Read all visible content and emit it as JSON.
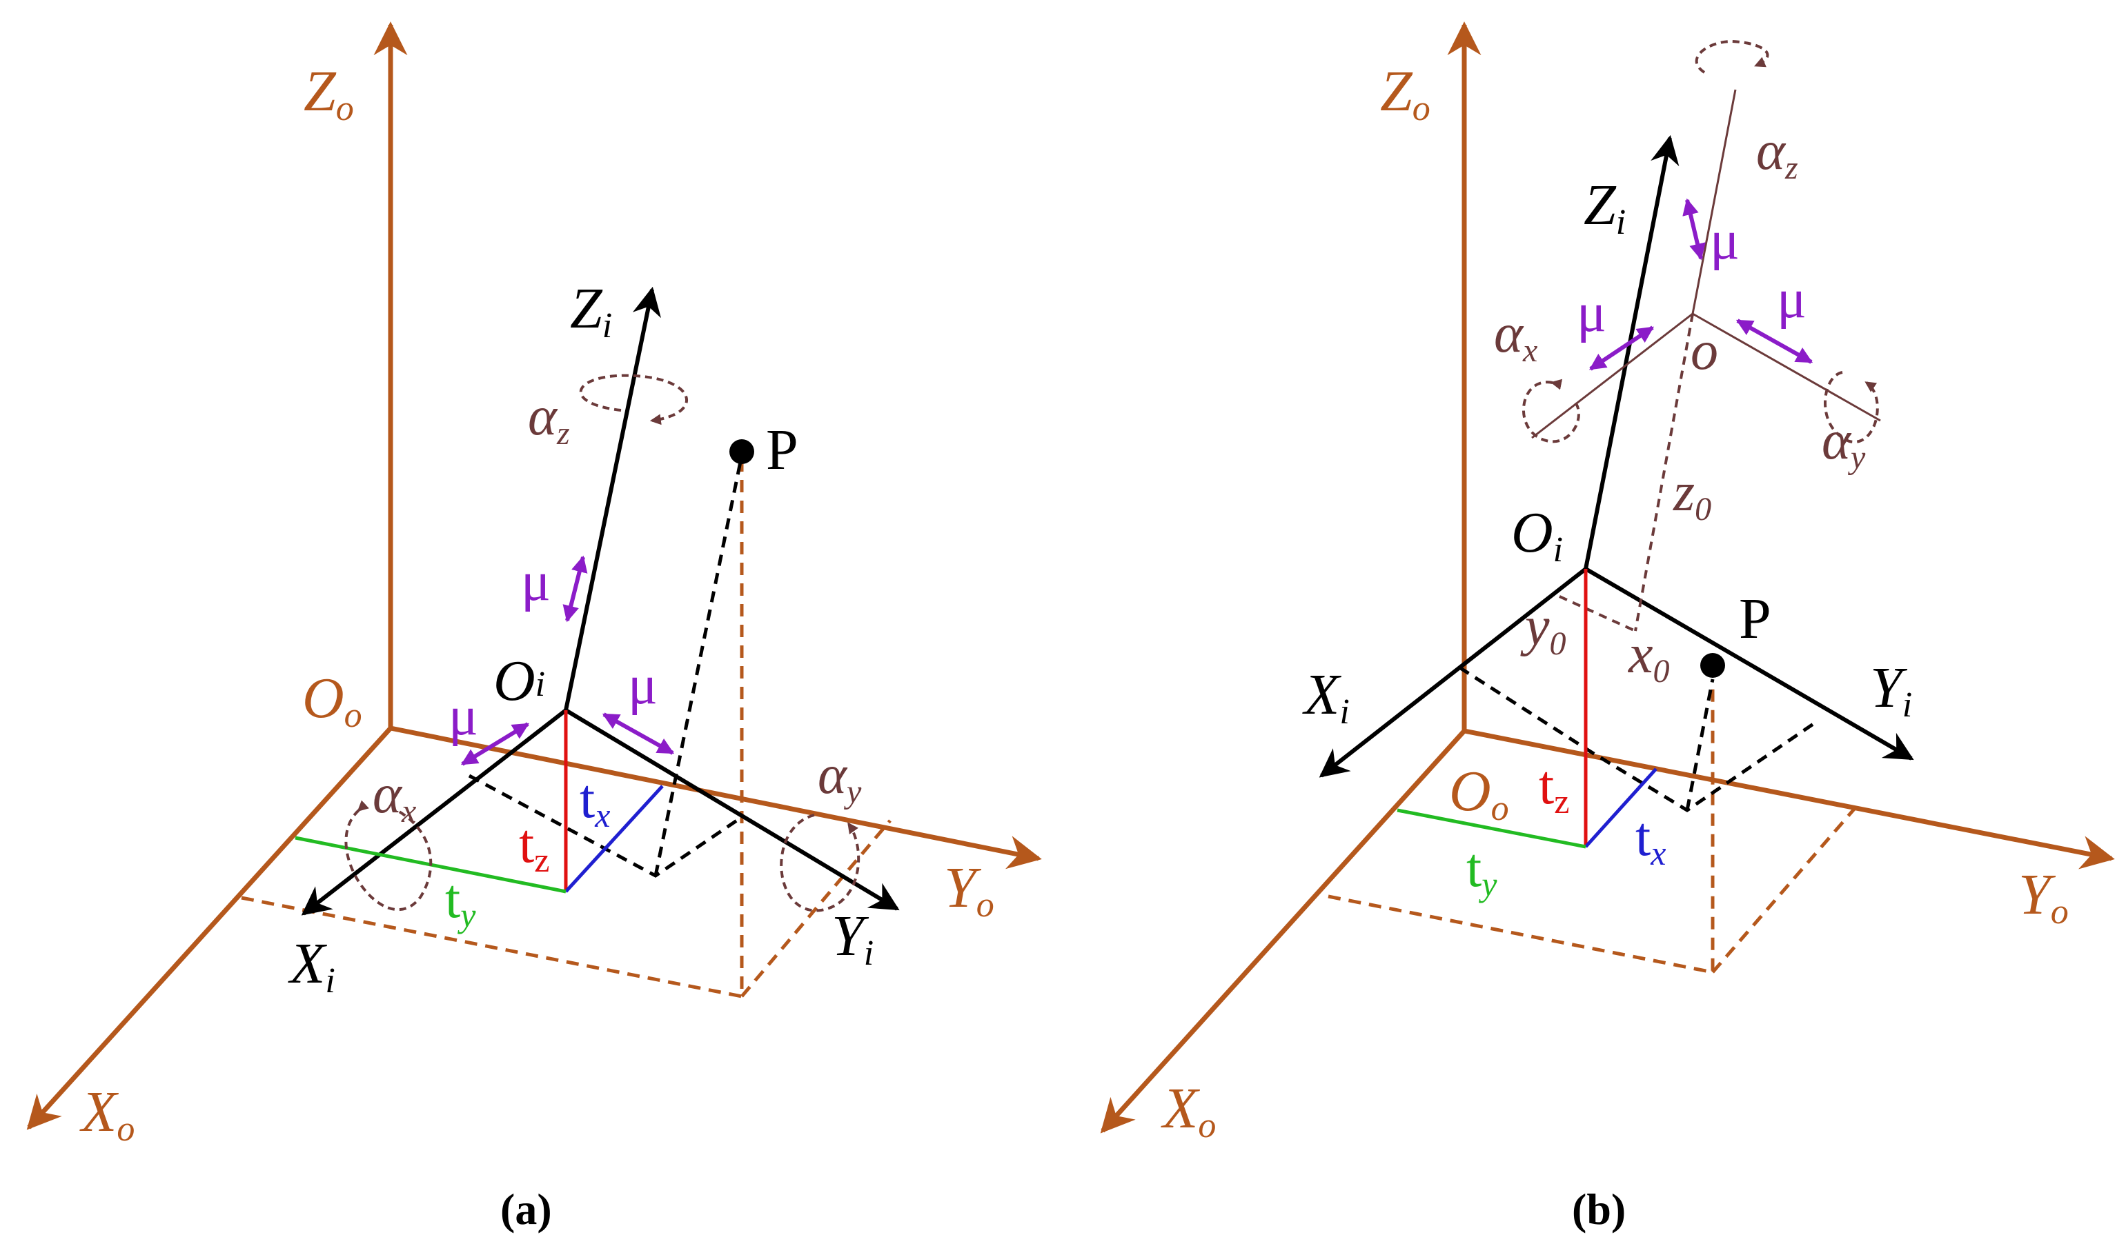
{
  "colors": {
    "world_axis": "#B5581C",
    "local_axis": "#000000",
    "rotation": "#6B3A3A",
    "mu": "#8B1CC8",
    "tx": "#1F1FD0",
    "ty": "#22BB22",
    "tz": "#E01010"
  },
  "icons": [
    "arrow-head",
    "rotation-arc",
    "double-arrow",
    "point-dot"
  ],
  "panel_a": {
    "caption": "(a)",
    "world_axes": {
      "x": "X",
      "x_sub": "o",
      "y": "Y",
      "y_sub": "o",
      "z": "Z",
      "z_sub": "o",
      "origin": "O",
      "origin_sub": "o"
    },
    "local_axes": {
      "x": "X",
      "x_sub": "i",
      "y": "Y",
      "y_sub": "i",
      "z": "Z",
      "z_sub": "i",
      "origin": "O",
      "origin_sub": "i"
    },
    "rotations": {
      "ax": "α",
      "ax_sub": "x",
      "ay": "α",
      "ay_sub": "y",
      "az": "α",
      "az_sub": "z"
    },
    "mu": "μ",
    "translations": {
      "tx": "t",
      "tx_sub": "x",
      "ty": "t",
      "ty_sub": "y",
      "tz": "t",
      "tz_sub": "z"
    },
    "point": "P"
  },
  "panel_b": {
    "caption": "(b)",
    "world_axes": {
      "x": "X",
      "x_sub": "o",
      "y": "Y",
      "y_sub": "o",
      "z": "Z",
      "z_sub": "o",
      "origin": "O",
      "origin_sub": "o"
    },
    "local_axes": {
      "x": "X",
      "x_sub": "i",
      "y": "Y",
      "y_sub": "i",
      "z": "Z",
      "z_sub": "i",
      "origin": "O",
      "origin_sub": "i"
    },
    "rotations": {
      "ax": "α",
      "ax_sub": "x",
      "ay": "α",
      "ay_sub": "y",
      "az": "α",
      "az_sub": "z"
    },
    "mu": "μ",
    "translations": {
      "tx": "t",
      "tx_sub": "x",
      "ty": "t",
      "ty_sub": "y",
      "tz": "t",
      "tz_sub": "z"
    },
    "offsets": {
      "x0": "x",
      "x0_sub": "0",
      "y0": "y",
      "y0_sub": "0",
      "z0": "z",
      "z0_sub": "0"
    },
    "small_origin": "o",
    "point": "P"
  }
}
